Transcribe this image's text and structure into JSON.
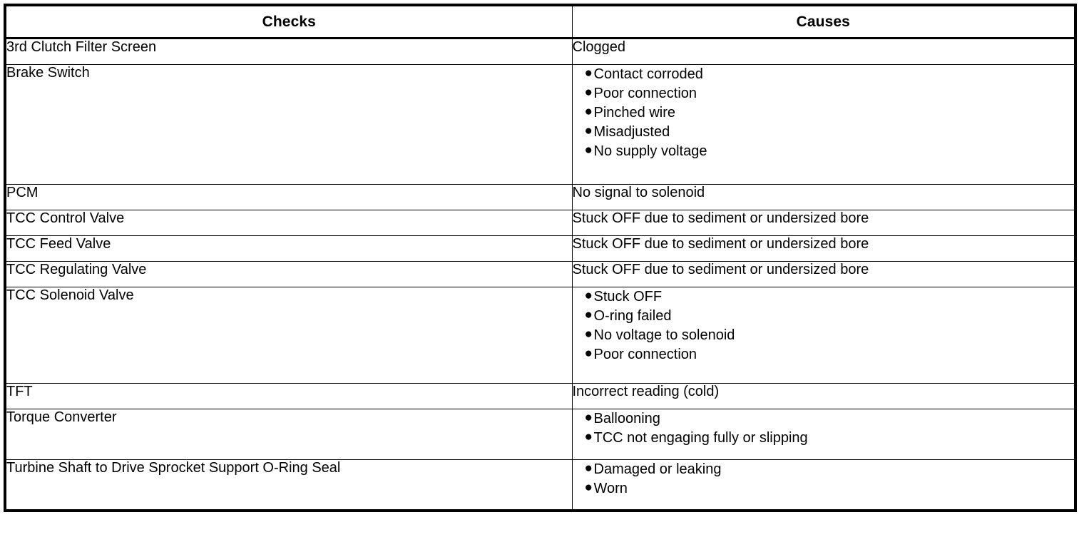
{
  "table": {
    "name": "checks-and-causes",
    "columns": [
      {
        "key": "checks",
        "label": "Checks"
      },
      {
        "key": "causes",
        "label": "Causes"
      }
    ],
    "rows": [
      {
        "check": "3rd Clutch Filter Screen",
        "cause_type": "text",
        "cause_text": "Clogged"
      },
      {
        "check": "Brake Switch",
        "cause_type": "list",
        "cause_items": [
          "Contact corroded",
          "Poor connection",
          "Pinched wire",
          "Misadjusted",
          "No supply voltage"
        ]
      },
      {
        "check": "PCM",
        "cause_type": "text",
        "cause_text": "No signal to solenoid"
      },
      {
        "check": "TCC Control Valve",
        "cause_type": "text",
        "cause_text": "Stuck OFF due to sediment or undersized bore"
      },
      {
        "check": "TCC Feed Valve",
        "cause_type": "text",
        "cause_text": "Stuck OFF due to sediment or undersized bore"
      },
      {
        "check": "TCC Regulating Valve",
        "cause_type": "text",
        "cause_text": "Stuck OFF due to sediment or undersized bore"
      },
      {
        "check": "TCC Solenoid Valve",
        "cause_type": "list",
        "cause_items": [
          "Stuck OFF",
          "O-ring failed",
          "No voltage to solenoid",
          "Poor connection"
        ]
      },
      {
        "check": "TFT",
        "cause_type": "text",
        "cause_text": "Incorrect reading (cold)"
      },
      {
        "check": "Torque Converter",
        "cause_type": "list",
        "cause_items": [
          "Ballooning",
          "TCC not engaging fully or slipping"
        ]
      },
      {
        "check": "Turbine Shaft to Drive Sprocket Support O-Ring Seal",
        "cause_type": "list",
        "cause_items": [
          "Damaged or leaking",
          "Worn"
        ]
      }
    ],
    "bullet_glyph": "●",
    "colors": {
      "border": "#000000",
      "text": "#000000",
      "background": "#ffffff"
    }
  }
}
